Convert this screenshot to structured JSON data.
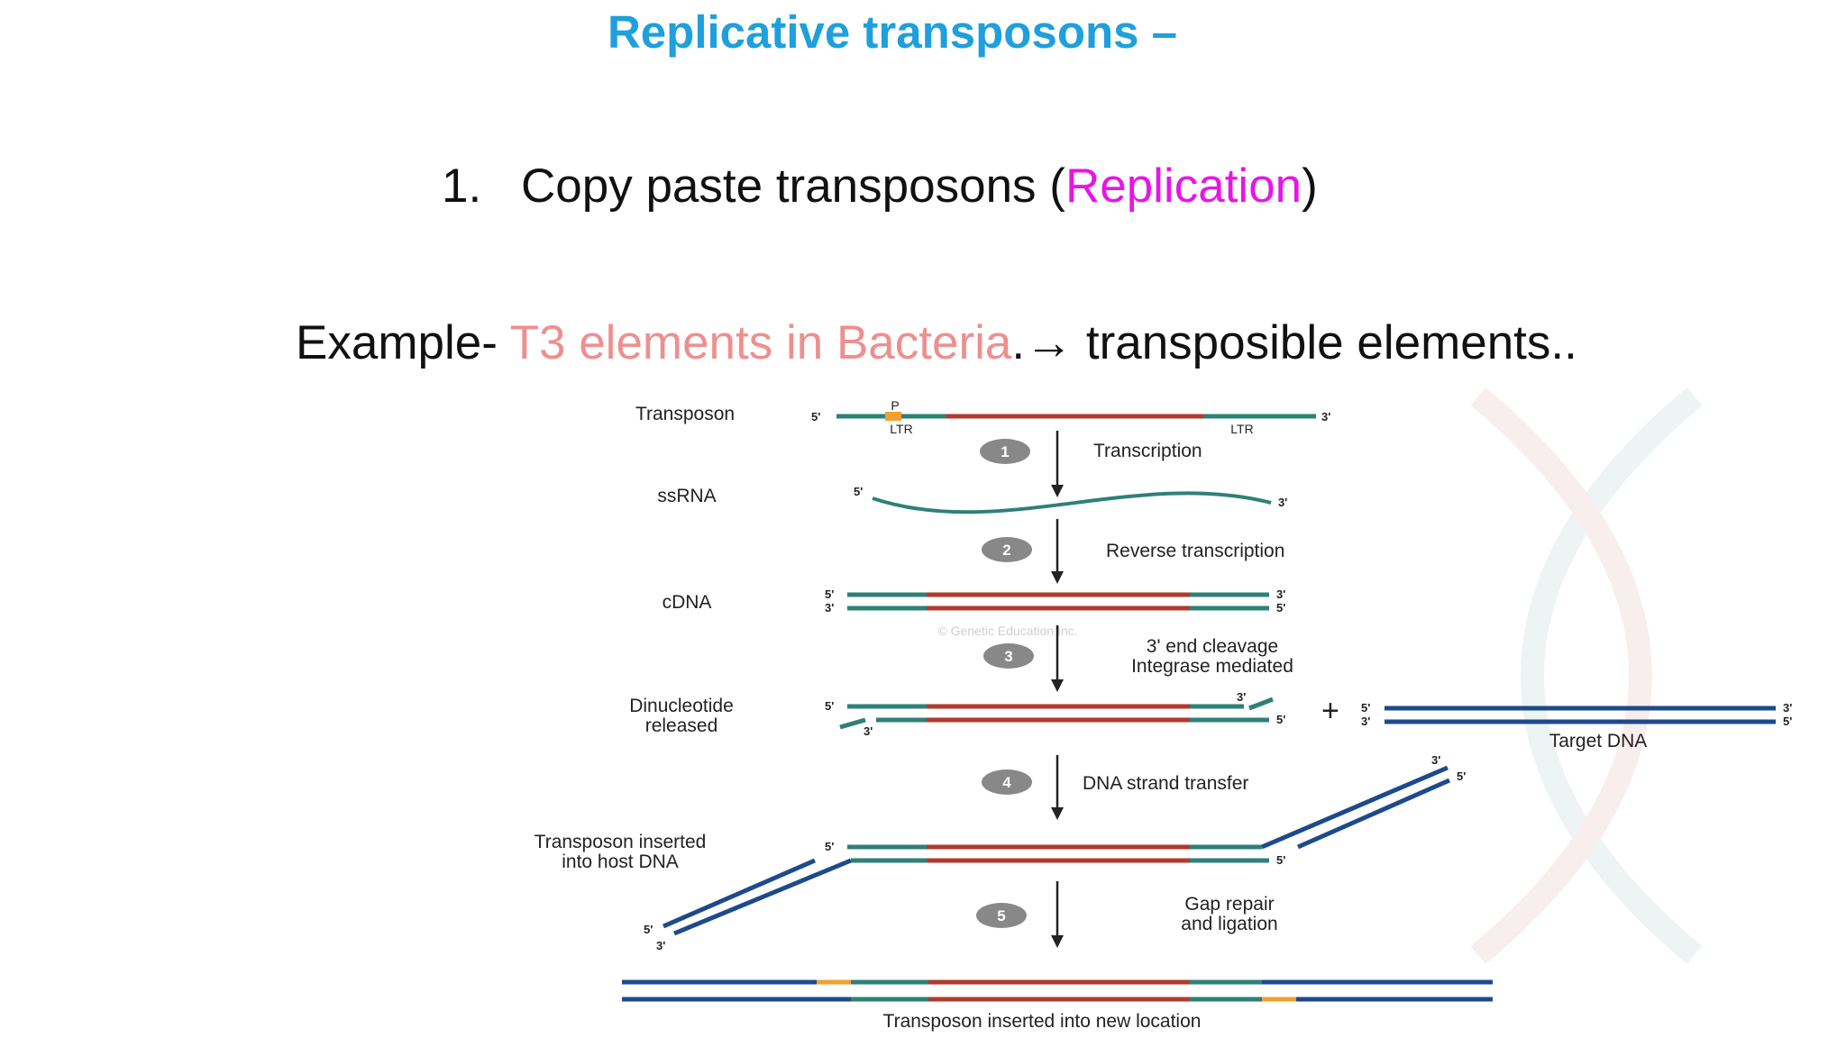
{
  "slide": {
    "title": "Replicative transposons –",
    "item_number": "1.",
    "item_text": "Copy paste transposons (",
    "item_highlight": "Replication",
    "item_close": ")",
    "example_prefix": "Example- ",
    "example_highlight": "T3 elements in Bacteria",
    "example_arrow": ".→",
    "example_suffix": " transposible elements.."
  },
  "diagram": {
    "watermark": "© Genetic Education Inc.",
    "row_labels": {
      "transposon": "Transposon",
      "ssrna": "ssRNA",
      "cdna": "cDNA",
      "dinucleotide_1": "Dinucleotide",
      "dinucleotide_2": "released",
      "inserted_1": "Transposon inserted",
      "inserted_2": "into host DNA",
      "final": "Transposon inserted into new location",
      "target": "Target DNA"
    },
    "element_labels": {
      "p": "P",
      "ltr_left": "LTR",
      "ltr_right": "LTR"
    },
    "end_labels": {
      "five": "5'",
      "three": "3'"
    },
    "plus": "+",
    "steps": [
      {
        "number": "1",
        "line1": "Transcription",
        "line2": ""
      },
      {
        "number": "2",
        "line1": "Reverse transcription",
        "line2": ""
      },
      {
        "number": "3",
        "line1": "3' end cleavage",
        "line2": "Integrase mediated"
      },
      {
        "number": "4",
        "line1": "DNA strand transfer",
        "line2": ""
      },
      {
        "number": "5",
        "line1": "Gap repair",
        "line2": "and ligation"
      }
    ],
    "colors": {
      "red": "#b03a2e",
      "teal": "#2e8078",
      "navy": "#1e4a8c",
      "orange": "#f0a030",
      "step_badge": "#888888"
    }
  }
}
